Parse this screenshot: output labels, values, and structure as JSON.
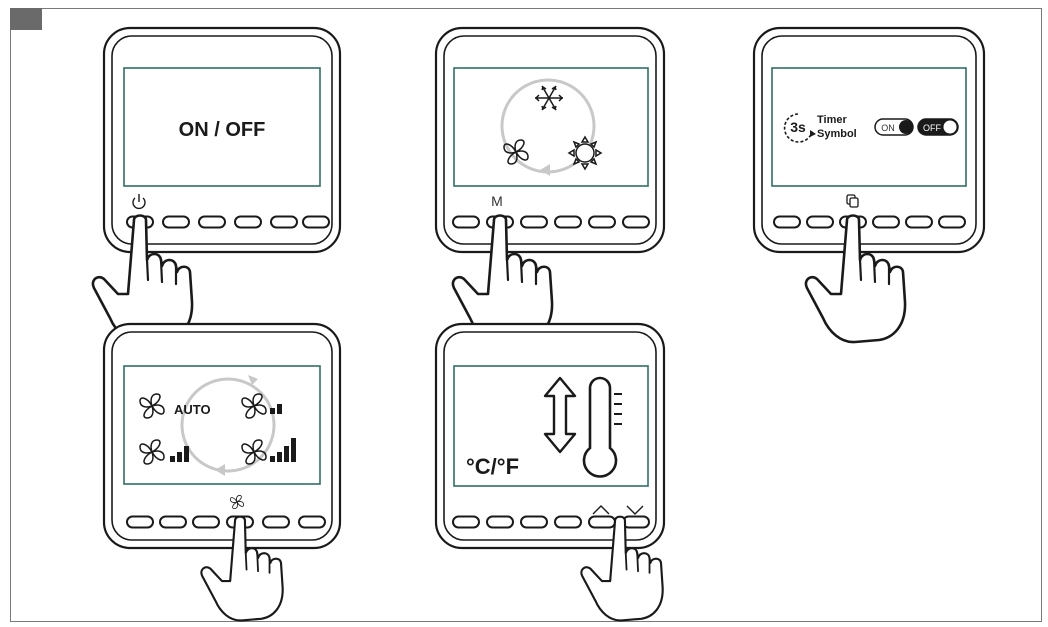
{
  "panels": {
    "power": {
      "screen_text": "ON / OFF",
      "button_icon": "power-icon"
    },
    "mode": {
      "button_label": "M",
      "screen_icons": [
        "snowflake-icon",
        "sun-icon",
        "fan-icon"
      ]
    },
    "timer": {
      "seconds_label": "3s",
      "title_line1": "Timer",
      "title_line2": "Symbol",
      "toggle_on_label": "ON",
      "toggle_off_label": "OFF",
      "button_icon": "copy-icon"
    },
    "fan": {
      "auto_label": "AUTO",
      "button_icon": "fan-icon",
      "speed_levels": [
        "auto",
        "low",
        "medium",
        "high"
      ]
    },
    "temperature": {
      "unit_label": "°C/°F",
      "button_icons": [
        "chevron-up-icon",
        "chevron-down-icon"
      ],
      "screen_icons": [
        "up-down-arrow-icon",
        "thermometer-icon"
      ]
    }
  },
  "colors": {
    "screen_border": "#2f6f66",
    "panel_outline": "#1a1a1a",
    "arrow_gray": "#b5b5b5"
  }
}
